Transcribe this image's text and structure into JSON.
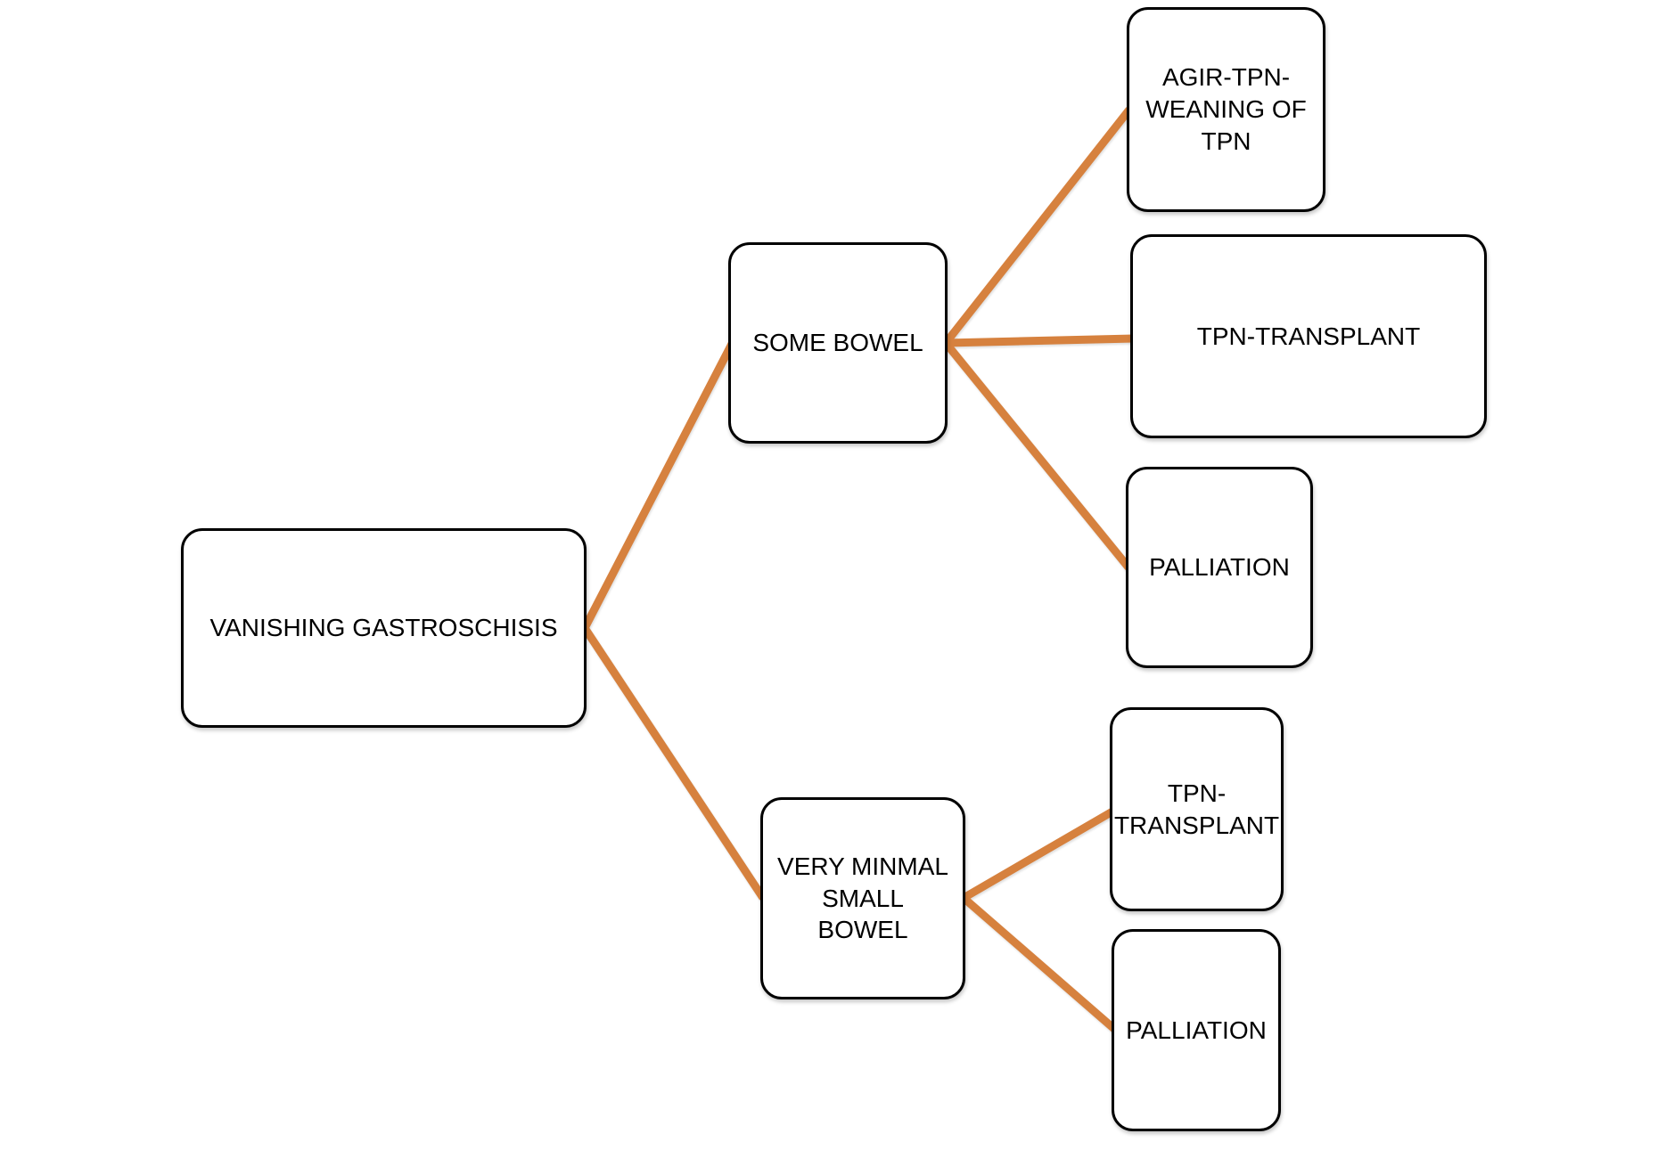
{
  "diagram": {
    "type": "decision-tree",
    "colors": {
      "connector": "#D6813E",
      "node_border": "#000000",
      "node_fill": "#FFFFFF",
      "text": "#000000",
      "background": "#FFFFFF"
    },
    "nodes": {
      "root": {
        "label": "VANISHING GASTROSCHISIS"
      },
      "some_bowel": {
        "label": "SOME BOWEL"
      },
      "agir": {
        "label": "AGIR-TPN-WEANING OF TPN"
      },
      "tpn_transplant_wide": {
        "label": "TPN-TRANSPLANT"
      },
      "palliation_upper": {
        "label": "PALLIATION"
      },
      "very_minimal": {
        "label": "VERY MINMAL SMALL BOWEL"
      },
      "tpn_transplant_small": {
        "label": "TPN-TRANSPLANT"
      },
      "palliation_lower": {
        "label": "PALLIATION"
      }
    },
    "edges": [
      {
        "from": "root",
        "to": "some_bowel"
      },
      {
        "from": "root",
        "to": "very_minimal"
      },
      {
        "from": "some_bowel",
        "to": "agir"
      },
      {
        "from": "some_bowel",
        "to": "tpn_transplant_wide"
      },
      {
        "from": "some_bowel",
        "to": "palliation_upper"
      },
      {
        "from": "very_minimal",
        "to": "tpn_transplant_small"
      },
      {
        "from": "very_minimal",
        "to": "palliation_lower"
      }
    ]
  }
}
